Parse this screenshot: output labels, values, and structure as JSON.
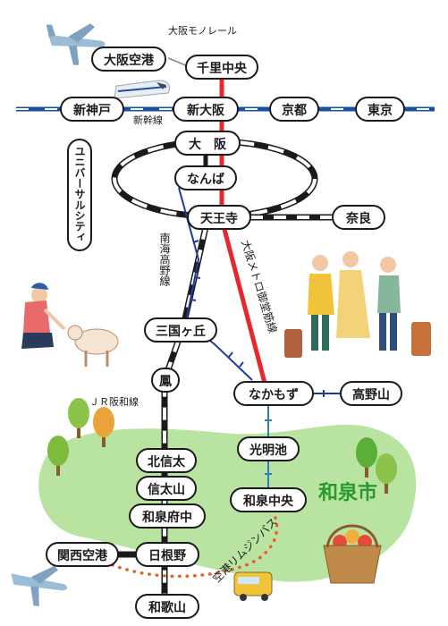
{
  "colors": {
    "midosuji": "#e8262d",
    "nankai": "#1f3b9c",
    "shinkansen": "#1a4fa0",
    "jr_hanwa": "#1a1a1a",
    "osaka_loop": "#1a1a1a",
    "limo_bus": "#e8612a",
    "semboku": "#2e7fc1",
    "park_green": "#b9e3a0",
    "izumi_city": "#2a9a2e"
  },
  "stations": {
    "itami": "大阪空港",
    "senri_chuo": "千里中央",
    "shin_kobe": "新神戸",
    "shin_osaka": "新大阪",
    "kyoto": "京都",
    "tokyo": "東京",
    "osaka": "大　阪",
    "universal_city": "ユニバーサルシティ",
    "namba": "なんば",
    "tennoji": "天王寺",
    "nara": "奈良",
    "mikunigaoka": "三国ヶ丘",
    "otori": "鳳",
    "nakamozu": "なかもず",
    "koyasan": "高野山",
    "komyoike": "光明池",
    "izumi_chuo": "和泉中央",
    "kitashinoda": "北信太",
    "shinodayama": "信太山",
    "izumi_fuchu": "和泉府中",
    "kansai_airport": "関西空港",
    "hineno": "日根野",
    "wakayama": "和歌山"
  },
  "labels": {
    "monorail": "大阪モノレール",
    "shinkansen": "新幹線",
    "nankai_koya": "南海高野線",
    "midosuji_line": "大阪メトロ御堂筋線",
    "jr_hanwa_line": "ＪＲ阪和線",
    "airport_limo": "空港リムジンバス",
    "izumi_city": "和泉市"
  },
  "icons": [
    "airplane-icon",
    "shinkansen-train-icon",
    "goat-petting-icon",
    "travelers-icon",
    "tree-icon",
    "fruit-basket-icon",
    "bus-icon"
  ]
}
